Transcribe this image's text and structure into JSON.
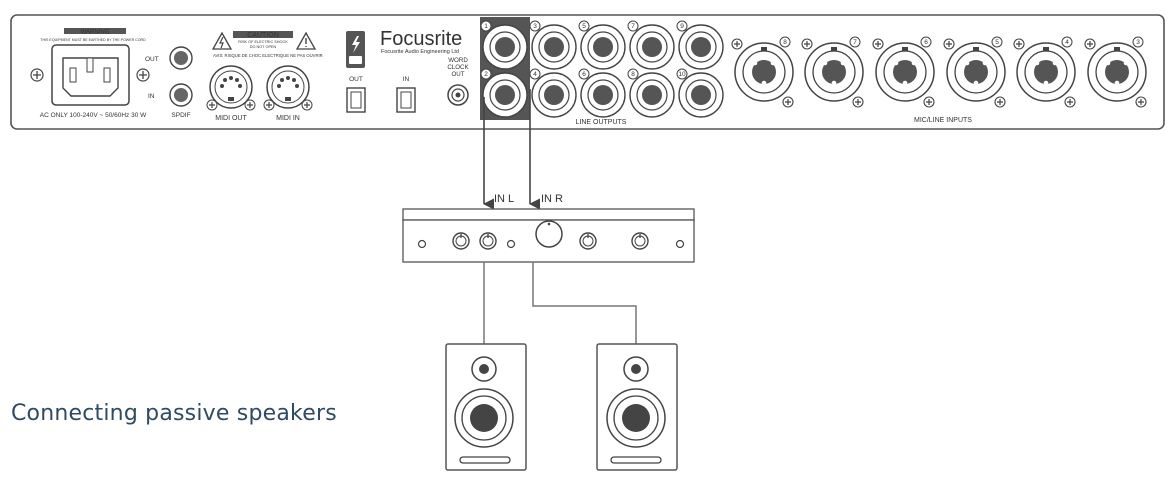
{
  "caption": "Connecting passive speakers",
  "rear_panel": {
    "brand": "Focusrite",
    "brand_sub": "Focusrite Audio Engineering Ltd",
    "warning_title": "WARNING",
    "warning_text": "THIS EQUIPMENT MUST BE EARTHED BY THE POWER CORD",
    "caution_title": "CAUTION",
    "caution_line1": "RISK OF ELECTRIC SHOCK",
    "caution_line2": "DO NOT OPEN",
    "avis_text": "AVIS: RISQUE DE CHOC ELECTRIQUE NE PAS OUVRIR",
    "power_label": "AC ONLY 100-240V ~ 50/60Hz 30 W",
    "spdif_out": "OUT",
    "spdif_in": "IN",
    "spdif_label": "SPDIF",
    "midi_out": "MIDI OUT",
    "midi_in": "MIDI IN",
    "optical_out": "OUT",
    "optical_in": "IN",
    "word_clock": [
      "WORD",
      "CLOCK",
      "OUT"
    ],
    "line_outputs_label": "LINE OUTPUTS",
    "mic_line_inputs_label": "MIC/LINE INPUTS",
    "line_output_numbers": [
      "1",
      "2",
      "3",
      "4",
      "5",
      "6",
      "7",
      "8",
      "9",
      "10"
    ],
    "mic_input_numbers": [
      "8",
      "7",
      "6",
      "5",
      "4",
      "3"
    ]
  },
  "amplifier": {
    "in_left": "IN L",
    "in_right": "IN R"
  }
}
